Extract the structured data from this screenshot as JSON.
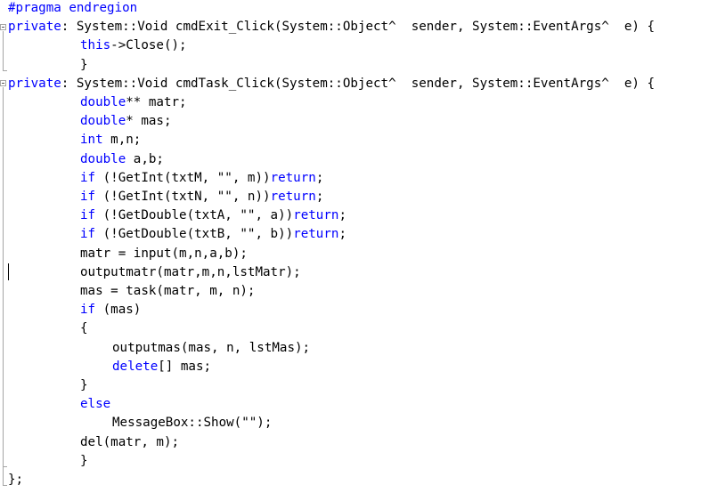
{
  "editor": {
    "lines": [
      {
        "indent": 0,
        "tokens": [
          {
            "t": "#pragma endregion",
            "c": "pp"
          }
        ]
      },
      {
        "indent": 0,
        "tokens": [
          {
            "t": "private",
            "c": "kw"
          },
          {
            "t": ": System::Void cmdExit_Click(System::Object^  sender, System::EventArgs^  e) {",
            "c": "tx"
          }
        ]
      },
      {
        "indent": 1,
        "tokens": [
          {
            "t": "this",
            "c": "kw"
          },
          {
            "t": "->Close();",
            "c": "tx"
          }
        ]
      },
      {
        "indent": 1,
        "tokens": [
          {
            "t": "}",
            "c": "tx"
          }
        ]
      },
      {
        "indent": 0,
        "tokens": [
          {
            "t": "private",
            "c": "kw"
          },
          {
            "t": ": System::Void cmdTask_Click(System::Object^  sender, System::EventArgs^  e) {",
            "c": "tx"
          }
        ]
      },
      {
        "indent": 1,
        "tokens": [
          {
            "t": "double",
            "c": "kw"
          },
          {
            "t": "** matr;",
            "c": "tx"
          }
        ]
      },
      {
        "indent": 1,
        "tokens": [
          {
            "t": "double",
            "c": "kw"
          },
          {
            "t": "* mas;",
            "c": "tx"
          }
        ]
      },
      {
        "indent": 1,
        "tokens": [
          {
            "t": "int",
            "c": "kw"
          },
          {
            "t": " m,n;",
            "c": "tx"
          }
        ]
      },
      {
        "indent": 1,
        "tokens": [
          {
            "t": "double",
            "c": "kw"
          },
          {
            "t": " a,b;",
            "c": "tx"
          }
        ]
      },
      {
        "indent": 1,
        "tokens": [
          {
            "t": "if",
            "c": "kw"
          },
          {
            "t": " (!GetInt(txtM, \"\", m))",
            "c": "tx"
          },
          {
            "t": "return",
            "c": "kw"
          },
          {
            "t": ";",
            "c": "tx"
          }
        ]
      },
      {
        "indent": 1,
        "tokens": [
          {
            "t": "if",
            "c": "kw"
          },
          {
            "t": " (!GetInt(txtN, \"\", n))",
            "c": "tx"
          },
          {
            "t": "return",
            "c": "kw"
          },
          {
            "t": ";",
            "c": "tx"
          }
        ]
      },
      {
        "indent": 1,
        "tokens": [
          {
            "t": "if",
            "c": "kw"
          },
          {
            "t": " (!GetDouble(txtA, \"\", a))",
            "c": "tx"
          },
          {
            "t": "return",
            "c": "kw"
          },
          {
            "t": ";",
            "c": "tx"
          }
        ]
      },
      {
        "indent": 1,
        "tokens": [
          {
            "t": "if",
            "c": "kw"
          },
          {
            "t": " (!GetDouble(txtB, \"\", b))",
            "c": "tx"
          },
          {
            "t": "return",
            "c": "kw"
          },
          {
            "t": ";",
            "c": "tx"
          }
        ]
      },
      {
        "indent": 1,
        "tokens": [
          {
            "t": "matr = input(m,n,a,b);",
            "c": "tx"
          }
        ]
      },
      {
        "indent": 1,
        "tokens": [
          {
            "t": "outputmatr(matr,m,n,lstMatr);",
            "c": "tx"
          }
        ]
      },
      {
        "indent": 1,
        "tokens": [
          {
            "t": "mas = task(matr, m, n);",
            "c": "tx"
          }
        ]
      },
      {
        "indent": 1,
        "tokens": [
          {
            "t": "if",
            "c": "kw"
          },
          {
            "t": " (mas)",
            "c": "tx"
          }
        ]
      },
      {
        "indent": 1,
        "tokens": [
          {
            "t": "{",
            "c": "tx"
          }
        ]
      },
      {
        "indent": 2,
        "tokens": [
          {
            "t": "outputmas(mas, n, lstMas);",
            "c": "tx"
          }
        ]
      },
      {
        "indent": 2,
        "tokens": [
          {
            "t": "delete",
            "c": "kw"
          },
          {
            "t": "[] mas;",
            "c": "tx"
          }
        ]
      },
      {
        "indent": 1,
        "tokens": [
          {
            "t": "}",
            "c": "tx"
          }
        ]
      },
      {
        "indent": 1,
        "tokens": [
          {
            "t": "else",
            "c": "kw"
          }
        ]
      },
      {
        "indent": 2,
        "tokens": [
          {
            "t": "MessageBox::Show(\"\");",
            "c": "tx"
          }
        ]
      },
      {
        "indent": 1,
        "tokens": [
          {
            "t": "del(matr, m);",
            "c": "tx"
          }
        ]
      },
      {
        "indent": 1,
        "tokens": [
          {
            "t": "}",
            "c": "tx"
          }
        ]
      },
      {
        "indent": 0,
        "tokens": [
          {
            "t": "};",
            "c": "tx"
          }
        ]
      }
    ],
    "colors": {
      "keyword": "#0000ff",
      "text": "#000000",
      "background": "#ffffff",
      "outline": "#a5a5a5"
    }
  }
}
